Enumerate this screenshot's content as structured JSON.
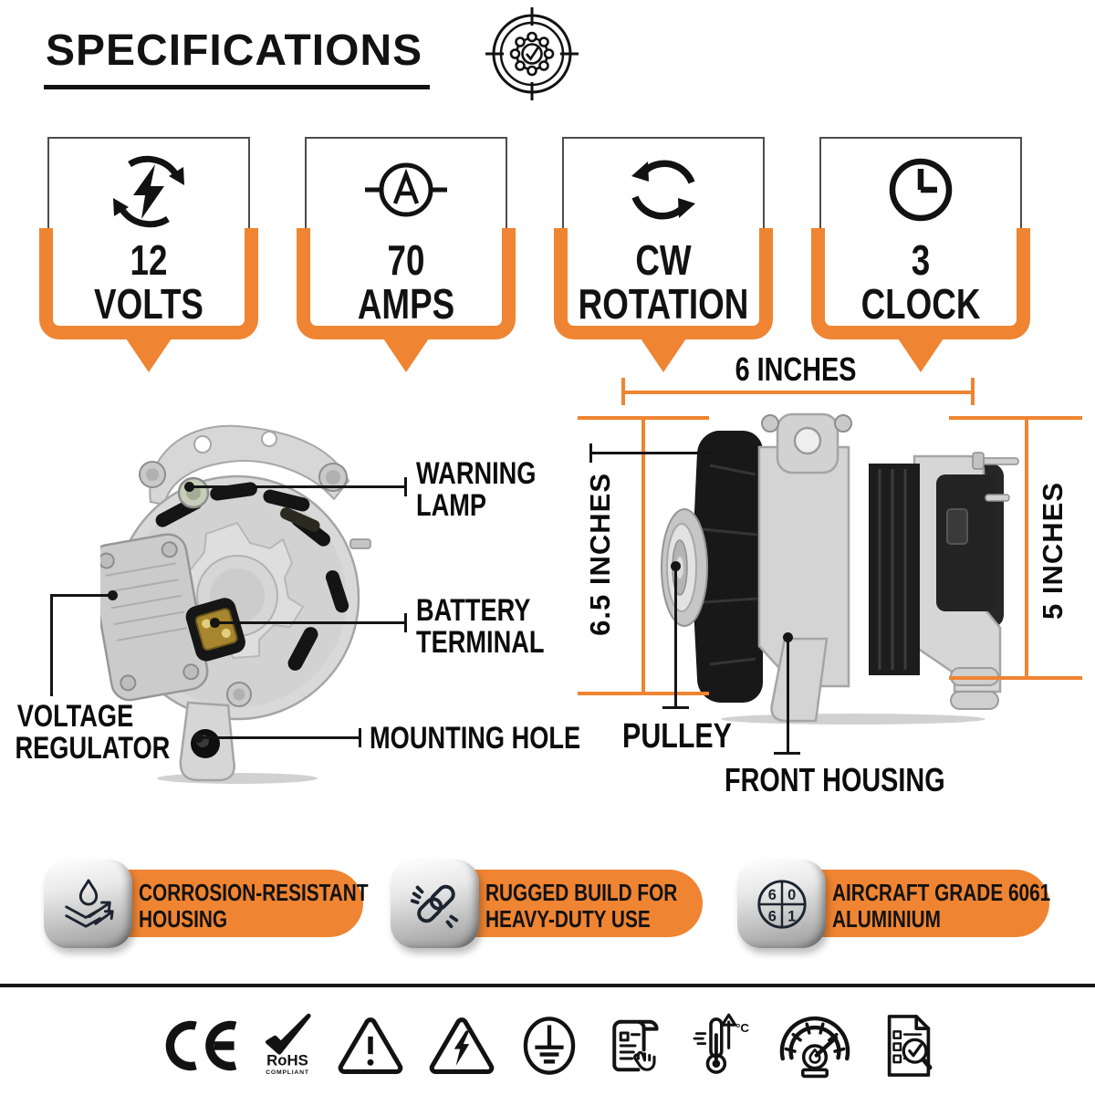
{
  "header": {
    "title": "SPECIFICATIONS"
  },
  "spec_cards": [
    {
      "label": "voltage",
      "icon": "voltage-cycle-icon",
      "value": "12",
      "unit": "VOLTS"
    },
    {
      "label": "amperage",
      "icon": "ampere-meter-icon",
      "value": "70",
      "unit": "AMPS"
    },
    {
      "label": "rotation",
      "icon": "cw-rotation-icon",
      "value": "CW",
      "unit": "ROTATION"
    },
    {
      "label": "clock-position",
      "icon": "clock-icon",
      "value": "3",
      "unit": "CLOCK"
    }
  ],
  "diagram": {
    "callouts": {
      "warning_lamp": {
        "line1": "WARNING",
        "line2": "LAMP"
      },
      "battery_terminal": {
        "line1": "BATTERY",
        "line2": "TERMINAL"
      },
      "mounting_hole": {
        "line1": "MOUNTING HOLE"
      },
      "voltage_regulator": {
        "line1": "VOLTAGE",
        "line2": "REGULATOR"
      },
      "pulley": {
        "line1": "PULLEY"
      },
      "front_housing": {
        "line1": "FRONT HOUSING"
      }
    },
    "dimensions": {
      "width_top": "6 INCHES",
      "height_left": "6.5 INCHES",
      "height_right": "5 INCHES"
    }
  },
  "features": [
    {
      "icon": "water-repellent-icon",
      "line1": "CORROSION-RESISTANT",
      "line2": "HOUSING"
    },
    {
      "icon": "chain-link-icon",
      "line1": "RUGGED BUILD FOR",
      "line2": "HEAVY-DUTY USE"
    },
    {
      "icon": "alloy-6061-icon",
      "line1": "AIRCRAFT GRADE 6061",
      "line2": "ALUMINIUM",
      "digits": [
        "6",
        "0",
        "6",
        "1"
      ]
    }
  ],
  "certifications": {
    "ce_mark": "CE",
    "rohs": {
      "title": "RoHS",
      "subtitle": "COMPLIANT"
    },
    "temperature_unit": "°C"
  },
  "colors": {
    "accent_orange": "#EF8432",
    "ink": "#121212"
  }
}
